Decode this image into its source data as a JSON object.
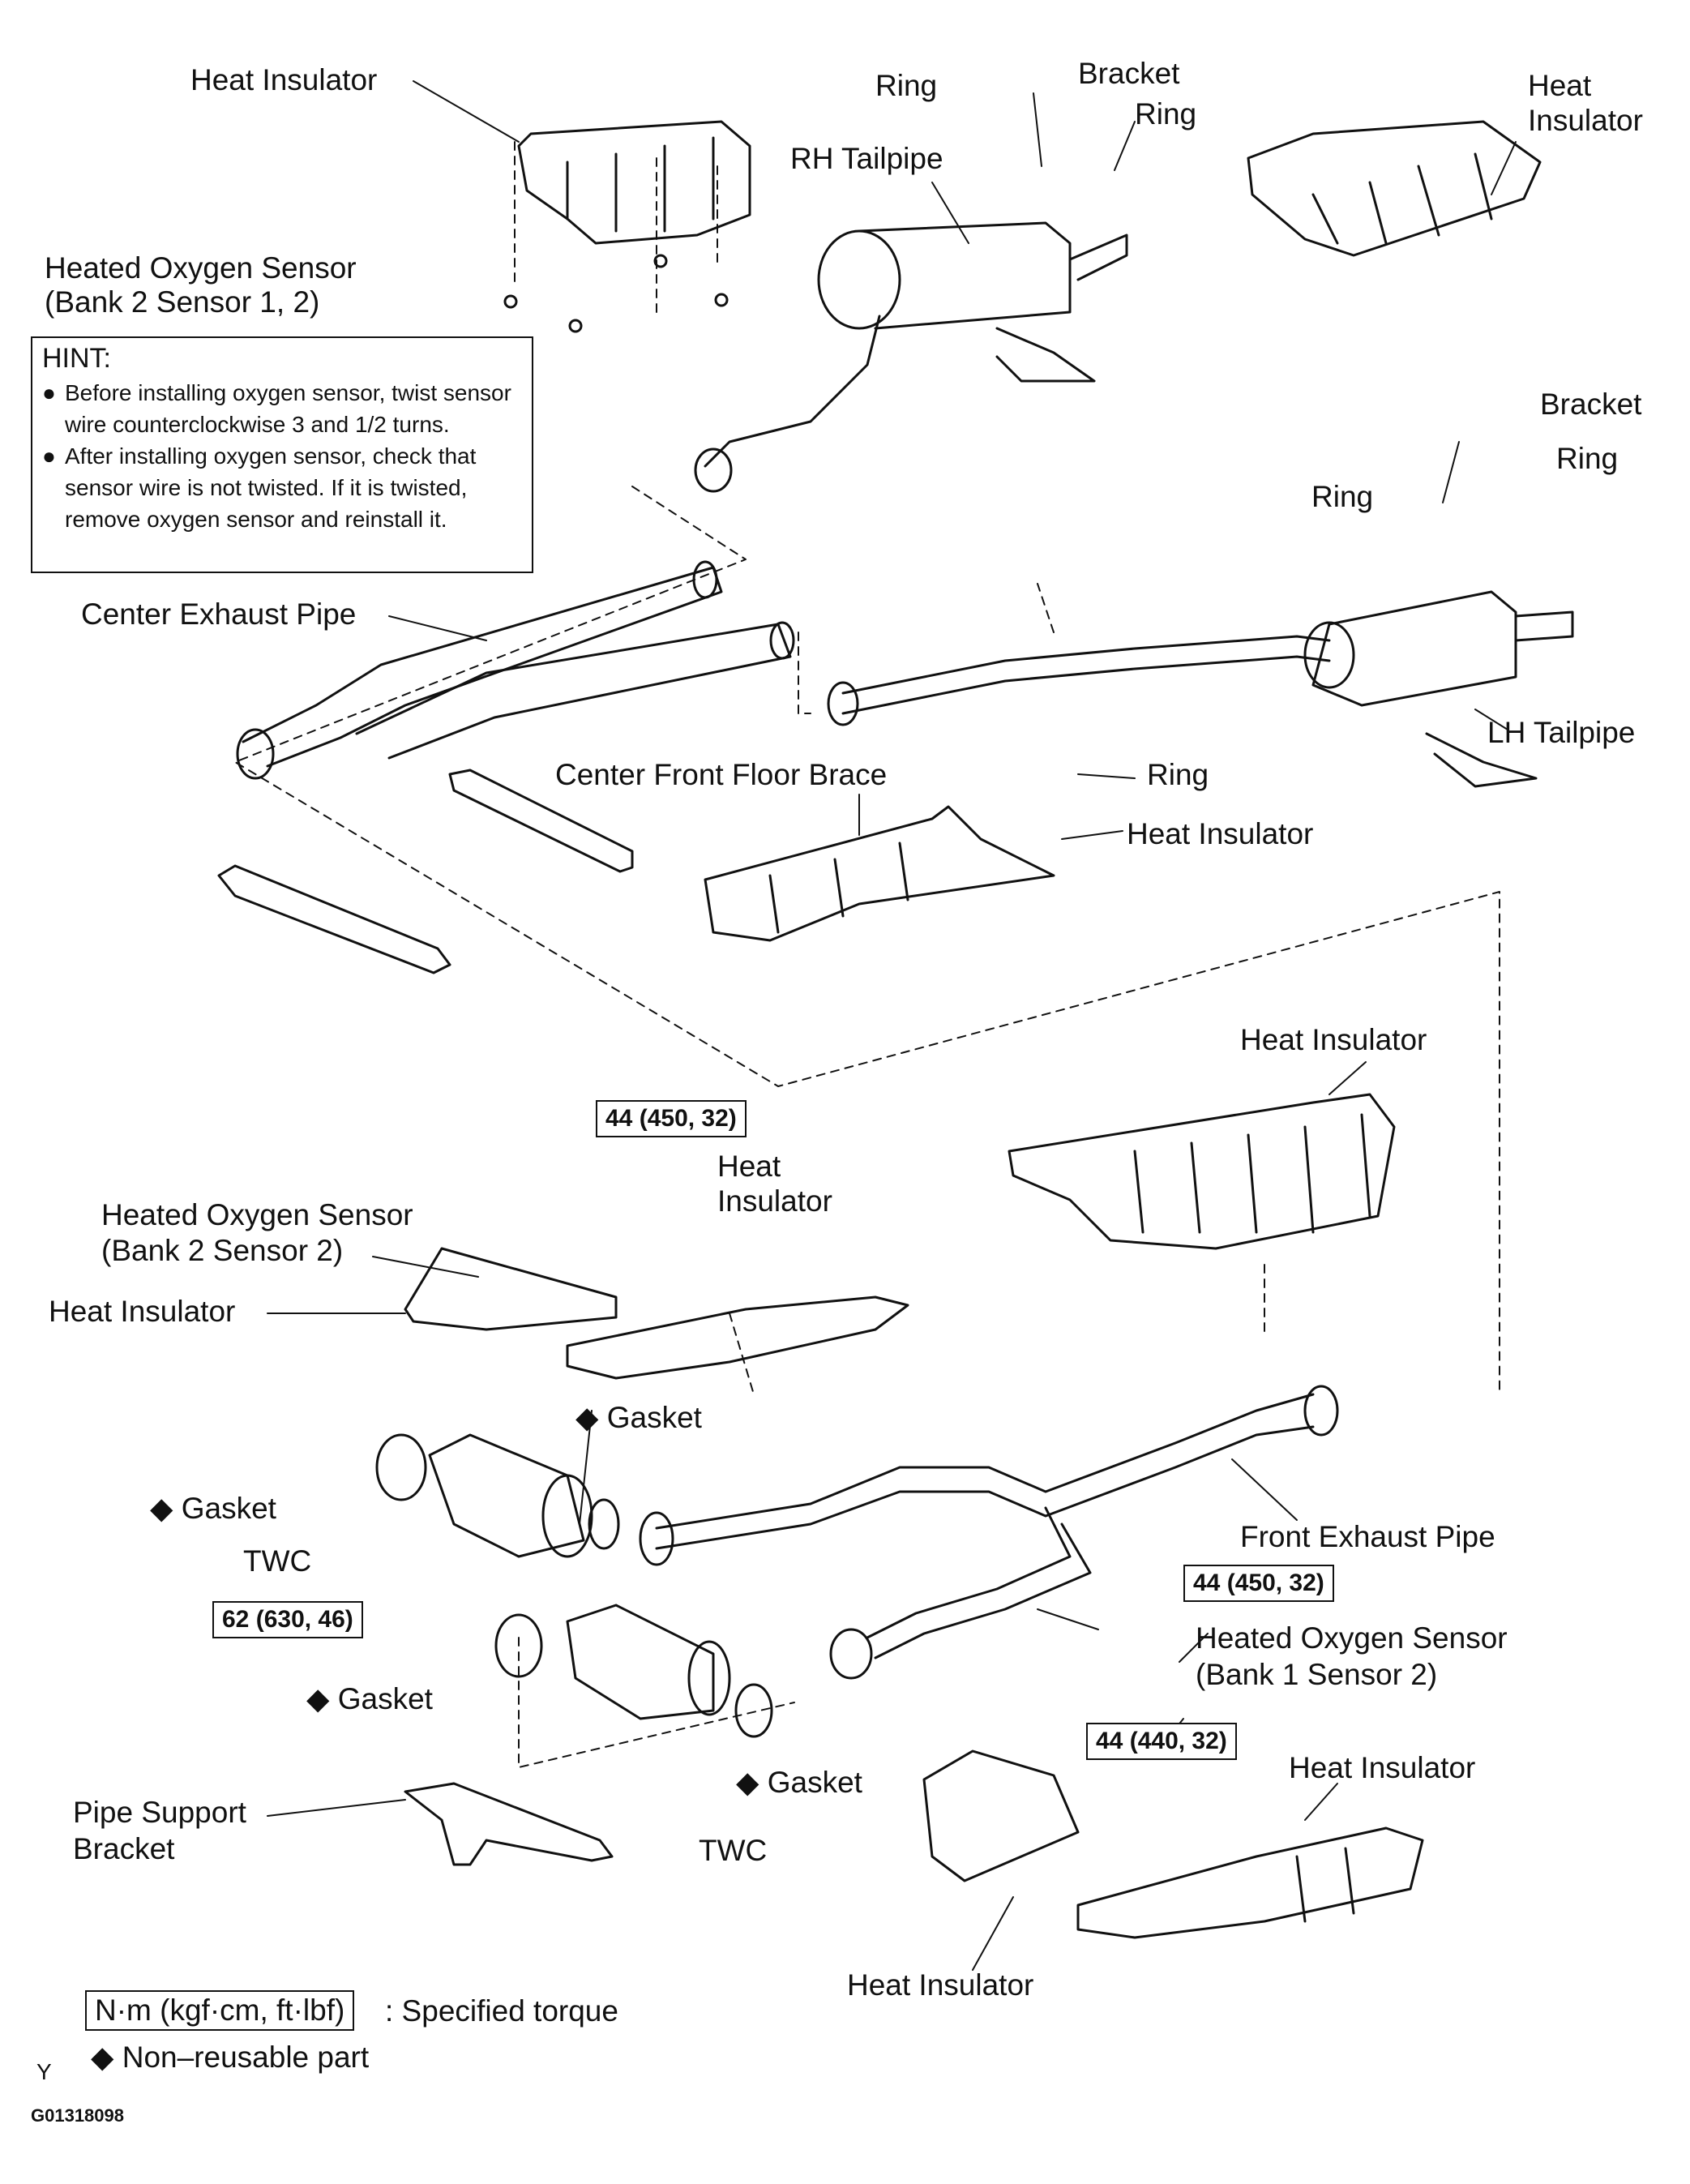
{
  "labels": {
    "heat_insulator_top_left": "Heat Insulator",
    "heated_o2_sensor_b2s12_line1": "Heated Oxygen Sensor",
    "heated_o2_sensor_b2s12_line2": "(Bank 2 Sensor 1, 2)",
    "ring_top": "Ring",
    "bracket_top": "Bracket",
    "ring_top_right": "Ring",
    "rh_tailpipe": "RH Tailpipe",
    "heat_insulator_top_right_line1": "Heat",
    "heat_insulator_top_right_line2": "Insulator",
    "bracket_mid": "Bracket",
    "ring_mid_right": "Ring",
    "ring_mid_left": "Ring",
    "center_exhaust_pipe": "Center Exhaust Pipe",
    "lh_tailpipe": "LH Tailpipe",
    "center_front_floor_brace": "Center Front Floor Brace",
    "ring_hanger": "Ring",
    "heat_insulator_mid": "Heat Insulator",
    "heat_insulator_lower_right": "Heat Insulator",
    "heat_insulator_center_line1": "Heat",
    "heat_insulator_center_line2": "Insulator",
    "heated_o2_sensor_b2s2_line1": "Heated Oxygen Sensor",
    "heated_o2_sensor_b2s2_line2": "(Bank 2 Sensor 2)",
    "heat_insulator_left": "Heat Insulator",
    "gasket_upper": "◆ Gasket",
    "gasket_left": "◆ Gasket",
    "twc_upper": "TWC",
    "front_exhaust_pipe": "Front Exhaust Pipe",
    "heated_o2_sensor_b1s2_line1": "Heated Oxygen Sensor",
    "heated_o2_sensor_b1s2_line2": "(Bank 1 Sensor 2)",
    "gasket_lower_left": "◆ Gasket",
    "gasket_lower_right": "◆ Gasket",
    "pipe_support_bracket_line1": "Pipe Support",
    "pipe_support_bracket_line2": "Bracket",
    "twc_lower": "TWC",
    "heat_insulator_bottom_right": "Heat Insulator",
    "heat_insulator_bottom": "Heat Insulator"
  },
  "torques": {
    "sensor_b2s2": "44 (450, 32)",
    "sensor_b1s2": "44 (450, 32)",
    "twc_bolt": "62 (630, 46)",
    "pipe_bolt": "44 (440, 32)"
  },
  "hint": {
    "title": "HINT:",
    "items": [
      "Before installing oxygen sensor, twist sensor wire counterclockwise 3 and 1/2 turns.",
      "After installing oxygen sensor, check that sensor wire is not twisted. If it is twisted, remove oxygen sensor and reinstall it."
    ],
    "bullet": "●"
  },
  "legend": {
    "torque_unit": "N·m (kgf·cm, ft·lbf)",
    "torque_desc": ": Specified torque",
    "nonreusable": "◆  Non–reusable part"
  },
  "footer": {
    "corner_mark": "Y",
    "figure_id": "G01318098"
  }
}
